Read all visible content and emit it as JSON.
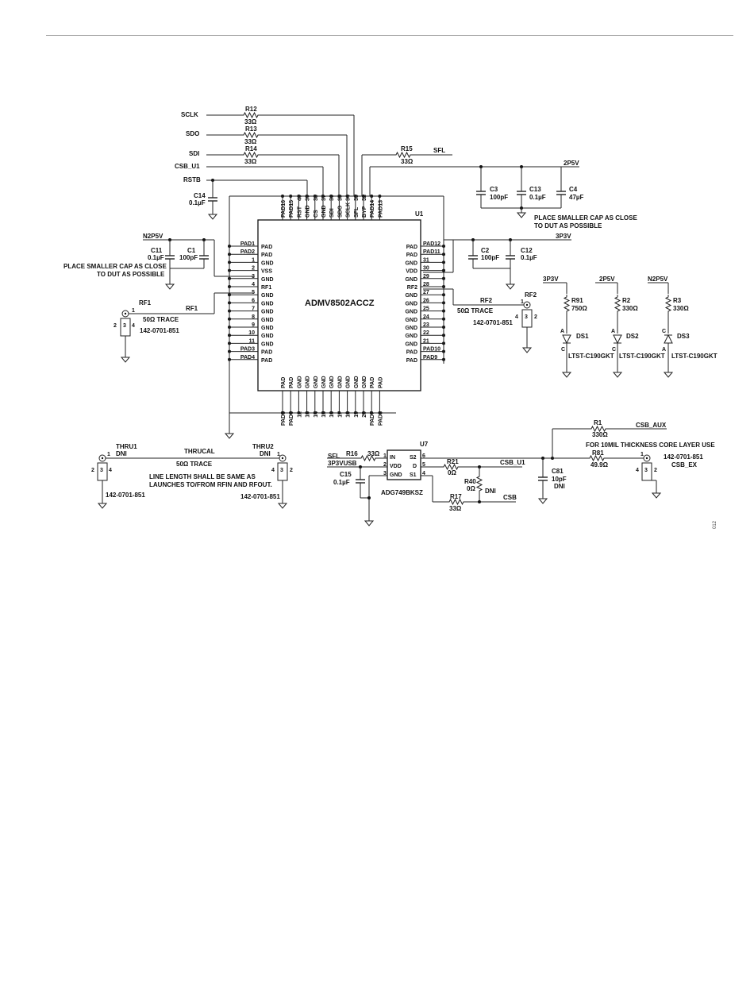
{
  "nets": {
    "sclk": "SCLK",
    "sdo": "SDO",
    "sdi": "SDI",
    "csb_u1": "CSB_U1",
    "rstb": "RSTB",
    "sfl": "SFL",
    "p2p5v": "2P5V",
    "n2p5v": "N2P5V",
    "p3p3v": "3P3V",
    "rf1": "RF1",
    "rf2": "RF2",
    "csb_aux": "CSB_AUX",
    "csb_ex": "CSB_EX",
    "csb": "CSB",
    "p3p3vusb": "3P3VUSB",
    "thrucal": "THRUCAL"
  },
  "resistors": {
    "r12": {
      "ref": "R12",
      "val": "33Ω"
    },
    "r13": {
      "ref": "R13",
      "val": "33Ω"
    },
    "r14": {
      "ref": "R14",
      "val": "33Ω"
    },
    "r15": {
      "ref": "R15",
      "val": "33Ω"
    },
    "r91": {
      "ref": "R91",
      "val": "750Ω"
    },
    "r2": {
      "ref": "R2",
      "val": "330Ω"
    },
    "r3": {
      "ref": "R3",
      "val": "330Ω"
    },
    "r1": {
      "ref": "R1",
      "val": "330Ω"
    },
    "r81": {
      "ref": "R81",
      "val": "49.9Ω"
    },
    "r16": {
      "ref": "R16",
      "val": "33Ω"
    },
    "r21": {
      "ref": "R21",
      "val": "0Ω"
    },
    "r40": {
      "ref": "R40",
      "val": "0Ω",
      "dni": "DNI"
    },
    "r17": {
      "ref": "R17",
      "val": "33Ω"
    }
  },
  "capacitors": {
    "c14": {
      "ref": "C14",
      "val": "0.1µF"
    },
    "c3": {
      "ref": "C3",
      "val": "100pF"
    },
    "c13": {
      "ref": "C13",
      "val": "0.1µF"
    },
    "c4": {
      "ref": "C4",
      "val": "47µF"
    },
    "c11": {
      "ref": "C11",
      "val": "0.1µF"
    },
    "c1": {
      "ref": "C1",
      "val": "100pF"
    },
    "c2": {
      "ref": "C2",
      "val": "100pF"
    },
    "c12": {
      "ref": "C12",
      "val": "0.1µF"
    },
    "c15": {
      "ref": "C15",
      "val": "0.1µF"
    },
    "c81": {
      "ref": "C81",
      "val": "10pF",
      "dni": "DNI"
    }
  },
  "u1": {
    "ref": "U1",
    "part": "ADMV8502ACCZ",
    "top_names": [
      "PAD16",
      "PAD15",
      "RST",
      "GND",
      "CS",
      "GND",
      "SDI",
      "SDO",
      "SCLK",
      "SFL",
      "BYP",
      "PAD14",
      "PAD13"
    ],
    "top_nums": [
      "",
      "",
      "40",
      "39",
      "38",
      "37",
      "36",
      "35",
      "34",
      "33",
      "32",
      "",
      ""
    ],
    "left_ext": [
      "PAD1",
      "PAD2",
      "1",
      "2",
      "3",
      "4",
      "5",
      "6",
      "7",
      "8",
      "9",
      "10",
      "11",
      "PAD3",
      "PAD4"
    ],
    "left_int": [
      "PAD",
      "PAD",
      "GND",
      "VSS",
      "GND",
      "RF1",
      "GND",
      "GND",
      "GND",
      "GND",
      "GND",
      "GND",
      "GND",
      "PAD",
      "PAD"
    ],
    "right_int": [
      "PAD",
      "PAD",
      "GND",
      "VDD",
      "GND",
      "RF2",
      "GND",
      "GND",
      "GND",
      "GND",
      "GND",
      "GND",
      "GND",
      "PAD",
      "PAD"
    ],
    "right_ext": [
      "PAD12",
      "PAD11",
      "31",
      "30",
      "29",
      "28",
      "27",
      "26",
      "25",
      "24",
      "23",
      "22",
      "21",
      "PAD10",
      "PAD9"
    ],
    "bottom_names": [
      "PAD",
      "PAD",
      "GND",
      "GND",
      "GND",
      "GND",
      "GND",
      "GND",
      "GND",
      "GND",
      "GND",
      "PAD",
      "PAD"
    ],
    "bottom_nums": [
      "PAD5",
      "PAD6",
      "12",
      "13",
      "14",
      "15",
      "16",
      "17",
      "18",
      "19",
      "20",
      "PAD7",
      "PAD8"
    ]
  },
  "leds": {
    "ds1": {
      "ref": "DS1",
      "part": "LTST-C190GKT",
      "a": "A",
      "c": "C"
    },
    "ds2": {
      "ref": "DS2",
      "part": "LTST-C190GKT",
      "a": "A",
      "c": "C"
    },
    "ds3": {
      "ref": "DS3",
      "part": "LTST-C190GKT",
      "a": "A",
      "c": "C"
    }
  },
  "connectors": {
    "rf1": {
      "ref": "RF1",
      "part": "142-0701-851",
      "pins": [
        "1",
        "2",
        "3",
        "4"
      ]
    },
    "rf2": {
      "ref": "RF2",
      "part": "142-0701-851",
      "pins": [
        "1",
        "4",
        "3",
        "2"
      ]
    },
    "thru1": {
      "ref": "THRU1",
      "dni": "DNI",
      "part": "142-0701-851",
      "pins": [
        "1",
        "2",
        "3",
        "4"
      ]
    },
    "thru2": {
      "ref": "THRU2",
      "dni": "DNI",
      "part": "142-0701-851",
      "pins": [
        "1",
        "4",
        "3",
        "2"
      ]
    },
    "csbex": {
      "part": "142-0701-851",
      "pins": [
        "1",
        "4",
        "3",
        "2"
      ]
    }
  },
  "u7": {
    "ref": "U7",
    "part": "ADG749BKSZ",
    "left_nums": [
      "1",
      "2",
      "3"
    ],
    "left_names": [
      "IN",
      "VDD",
      "GND"
    ],
    "right_nums": [
      "6",
      "5",
      "4"
    ],
    "right_names": [
      "S2",
      "D",
      "S1"
    ]
  },
  "notes": {
    "cap_close_top_1": "PLACE SMALLER CAP AS CLOSE",
    "cap_close_top_2": "TO DUT AS POSSIBLE",
    "cap_close_left_1": "PLACE SMALLER CAP AS CLOSE",
    "cap_close_left_2": "TO DUT AS POSSIBLE",
    "trace_rf1": "50Ω TRACE",
    "trace_rf2": "50Ω TRACE",
    "trace_thru": "50Ω TRACE",
    "line_len_1": "LINE LENGTH SHALL BE SAME AS",
    "line_len_2": "LAUNCHES TO/FROM RFIN AND RFOUT.",
    "core_layer": "FOR 10MIL THICKNESS CORE LAYER USE",
    "figure_id": "012"
  }
}
